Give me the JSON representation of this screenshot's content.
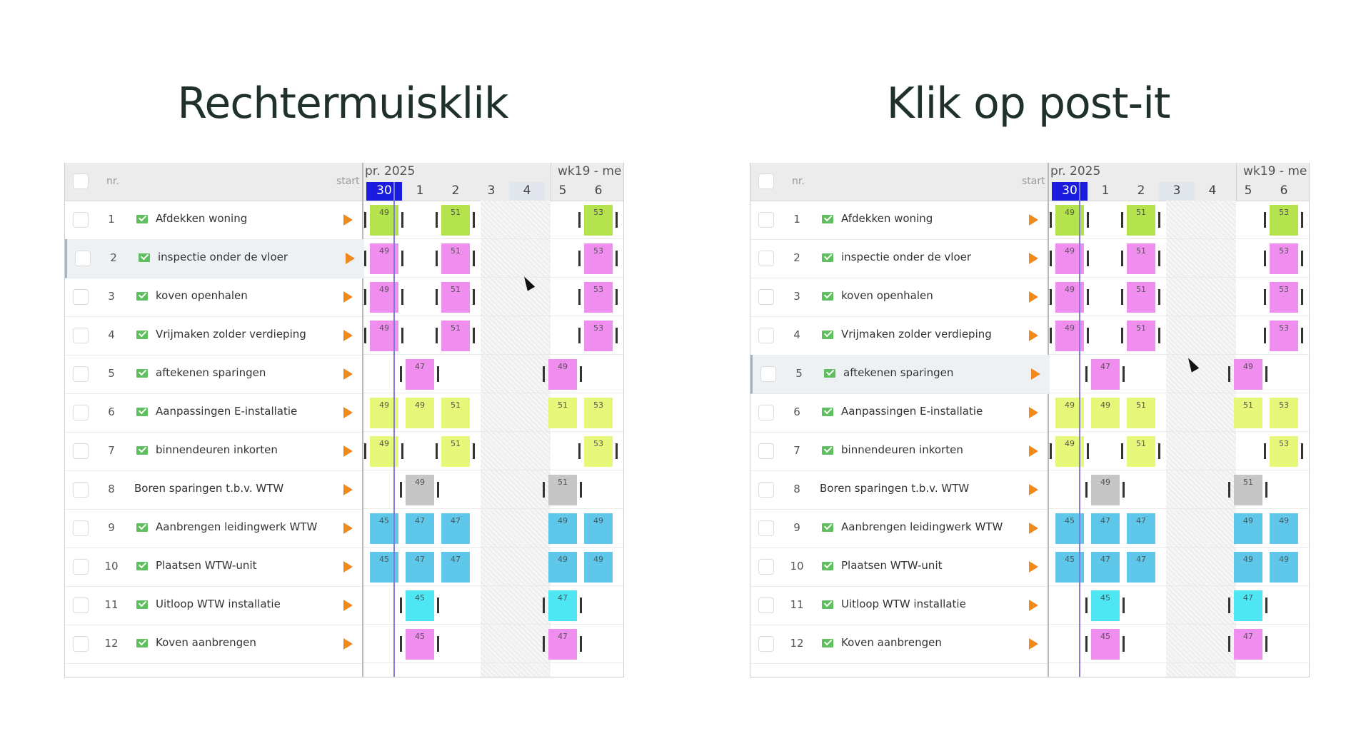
{
  "panels": [
    {
      "heading": "Rechtermuisklik",
      "selected_row": 2,
      "cursor": "arrow"
    },
    {
      "heading": "Klik op post-it",
      "selected_row": 5,
      "cursor": "arrow"
    }
  ],
  "header": {
    "nr_label": "nr.",
    "start_label": "start",
    "month_label": "pr. 2025",
    "week_label": "wk19 - me",
    "days": [
      "30",
      "1",
      "2",
      "3",
      "4",
      "5",
      "6"
    ]
  },
  "rows": [
    {
      "nr": "1",
      "label": "Afdekken woning",
      "mail": true
    },
    {
      "nr": "2",
      "label": "inspectie onder de vloer",
      "mail": true
    },
    {
      "nr": "3",
      "label": "koven openhalen",
      "mail": true
    },
    {
      "nr": "4",
      "label": "Vrijmaken zolder verdieping",
      "mail": true
    },
    {
      "nr": "5",
      "label": "aftekenen sparingen",
      "mail": true
    },
    {
      "nr": "6",
      "label": "Aanpassingen E-installatie",
      "mail": true
    },
    {
      "nr": "7",
      "label": "binnendeuren inkorten",
      "mail": true
    },
    {
      "nr": "8",
      "label": "Boren sparingen t.b.v. WTW",
      "mail": false
    },
    {
      "nr": "9",
      "label": "Aanbrengen leidingwerk WTW",
      "mail": true
    },
    {
      "nr": "10",
      "label": "Plaatsen WTW-unit",
      "mail": true
    },
    {
      "nr": "11",
      "label": "Uitloop WTW installatie",
      "mail": true
    },
    {
      "nr": "12",
      "label": "Koven aanbrengen",
      "mail": true
    }
  ],
  "colors": {
    "green": "#b5e34d",
    "lime": "#e6f77a",
    "pink": "#f08ef0",
    "grey": "#c6c6c6",
    "blue": "#5ec7ea",
    "cyan": "#4fe6f4",
    "today": "#1a1de0",
    "play": "#f08a1c"
  },
  "notes": [
    {
      "row": 1,
      "day": 0,
      "week": "49",
      "color": "green",
      "bars": "both"
    },
    {
      "row": 1,
      "day": 2,
      "week": "51",
      "color": "green",
      "bars": "both"
    },
    {
      "row": 1,
      "day": 6,
      "week": "53",
      "color": "green",
      "bars": "both"
    },
    {
      "row": 2,
      "day": 0,
      "week": "49",
      "color": "pink",
      "bars": "both"
    },
    {
      "row": 2,
      "day": 2,
      "week": "51",
      "color": "pink",
      "bars": "both"
    },
    {
      "row": 2,
      "day": 6,
      "week": "53",
      "color": "pink",
      "bars": "both"
    },
    {
      "row": 3,
      "day": 0,
      "week": "49",
      "color": "pink",
      "bars": "both"
    },
    {
      "row": 3,
      "day": 2,
      "week": "51",
      "color": "pink",
      "bars": "both"
    },
    {
      "row": 3,
      "day": 6,
      "week": "53",
      "color": "pink",
      "bars": "both"
    },
    {
      "row": 4,
      "day": 0,
      "week": "49",
      "color": "pink",
      "bars": "both"
    },
    {
      "row": 4,
      "day": 2,
      "week": "51",
      "color": "pink",
      "bars": "both"
    },
    {
      "row": 4,
      "day": 6,
      "week": "53",
      "color": "pink",
      "bars": "both"
    },
    {
      "row": 5,
      "day": 1,
      "week": "47",
      "color": "pink",
      "bars": "both"
    },
    {
      "row": 5,
      "day": 5,
      "week": "49",
      "color": "pink",
      "bars": "both"
    },
    {
      "row": 6,
      "day": 0,
      "week": "49",
      "color": "lime",
      "bars": "none"
    },
    {
      "row": 6,
      "day": 1,
      "week": "49",
      "color": "lime",
      "bars": "none"
    },
    {
      "row": 6,
      "day": 2,
      "week": "51",
      "color": "lime",
      "bars": "none"
    },
    {
      "row": 6,
      "day": 5,
      "week": "51",
      "color": "lime",
      "bars": "none"
    },
    {
      "row": 6,
      "day": 6,
      "week": "53",
      "color": "lime",
      "bars": "none"
    },
    {
      "row": 7,
      "day": 0,
      "week": "49",
      "color": "lime",
      "bars": "both"
    },
    {
      "row": 7,
      "day": 2,
      "week": "51",
      "color": "lime",
      "bars": "both"
    },
    {
      "row": 7,
      "day": 6,
      "week": "53",
      "color": "lime",
      "bars": "both"
    },
    {
      "row": 8,
      "day": 1,
      "week": "49",
      "color": "grey",
      "bars": "both"
    },
    {
      "row": 8,
      "day": 5,
      "week": "51",
      "color": "grey",
      "bars": "both"
    },
    {
      "row": 9,
      "day": 0,
      "week": "45",
      "color": "blue",
      "bars": "none"
    },
    {
      "row": 9,
      "day": 1,
      "week": "47",
      "color": "blue",
      "bars": "none"
    },
    {
      "row": 9,
      "day": 2,
      "week": "47",
      "color": "blue",
      "bars": "none"
    },
    {
      "row": 9,
      "day": 5,
      "week": "49",
      "color": "blue",
      "bars": "none"
    },
    {
      "row": 9,
      "day": 6,
      "week": "49",
      "color": "blue",
      "bars": "none"
    },
    {
      "row": 10,
      "day": 0,
      "week": "45",
      "color": "blue",
      "bars": "none"
    },
    {
      "row": 10,
      "day": 1,
      "week": "47",
      "color": "blue",
      "bars": "none"
    },
    {
      "row": 10,
      "day": 2,
      "week": "47",
      "color": "blue",
      "bars": "none"
    },
    {
      "row": 10,
      "day": 5,
      "week": "49",
      "color": "blue",
      "bars": "none"
    },
    {
      "row": 10,
      "day": 6,
      "week": "49",
      "color": "blue",
      "bars": "none"
    },
    {
      "row": 11,
      "day": 1,
      "week": "45",
      "color": "cyan",
      "bars": "both"
    },
    {
      "row": 11,
      "day": 5,
      "week": "47",
      "color": "cyan",
      "bars": "both"
    },
    {
      "row": 12,
      "day": 1,
      "week": "45",
      "color": "pink",
      "bars": "both"
    },
    {
      "row": 12,
      "day": 5,
      "week": "47",
      "color": "pink",
      "bars": "both"
    }
  ]
}
